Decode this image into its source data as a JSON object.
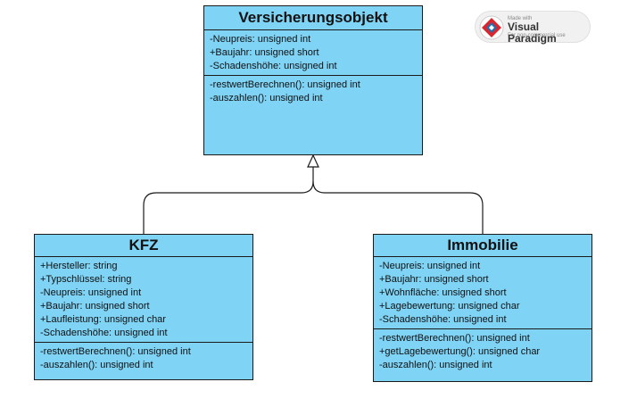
{
  "classes": {
    "versicherungsobjekt": {
      "name": "Versicherungsobjekt",
      "attributes": [
        "-Neupreis: unsigned int",
        "+Baujahr: unsigned short",
        "-Schadenshöhe: unsigned int"
      ],
      "operations": [
        "-restwertBerechnen(): unsigned int",
        "-auszahlen(): unsigned int"
      ]
    },
    "kfz": {
      "name": "KFZ",
      "attributes": [
        "+Hersteller: string",
        "+Typschlüssel: string",
        "-Neupreis: unsigned int",
        "+Baujahr: unsigned short",
        "+Laufleistung: unsigned char",
        "-Schadenshöhe: unsigned int"
      ],
      "operations": [
        "-restwertBerechnen(): unsigned int",
        "-auszahlen(): unsigned int"
      ]
    },
    "immobilie": {
      "name": "Immobilie",
      "attributes": [
        "-Neupreis: unsigned int",
        "+Baujahr: unsigned short",
        "+Wohnfläche: unsigned short",
        "+Lagebewertung: unsigned char",
        "-Schadenshöhe: unsigned int"
      ],
      "operations": [
        "-restwertBerechnen(): unsigned int",
        "+getLagebewertung(): unsigned char",
        "-auszahlen(): unsigned int"
      ]
    }
  },
  "relations": [
    {
      "type": "generalization",
      "from": "KFZ",
      "to": "Versicherungsobjekt"
    },
    {
      "type": "generalization",
      "from": "Immobilie",
      "to": "Versicherungsobjekt"
    }
  ],
  "watermark": {
    "made_with": "Made with",
    "name": "Visual Paradigm",
    "note": "For non-commercial use"
  },
  "colors": {
    "class_fill": "#7fd3f5",
    "class_border": "#1a1a1a",
    "logo_red": "#d9262c",
    "logo_blue": "#1f6fb5"
  }
}
